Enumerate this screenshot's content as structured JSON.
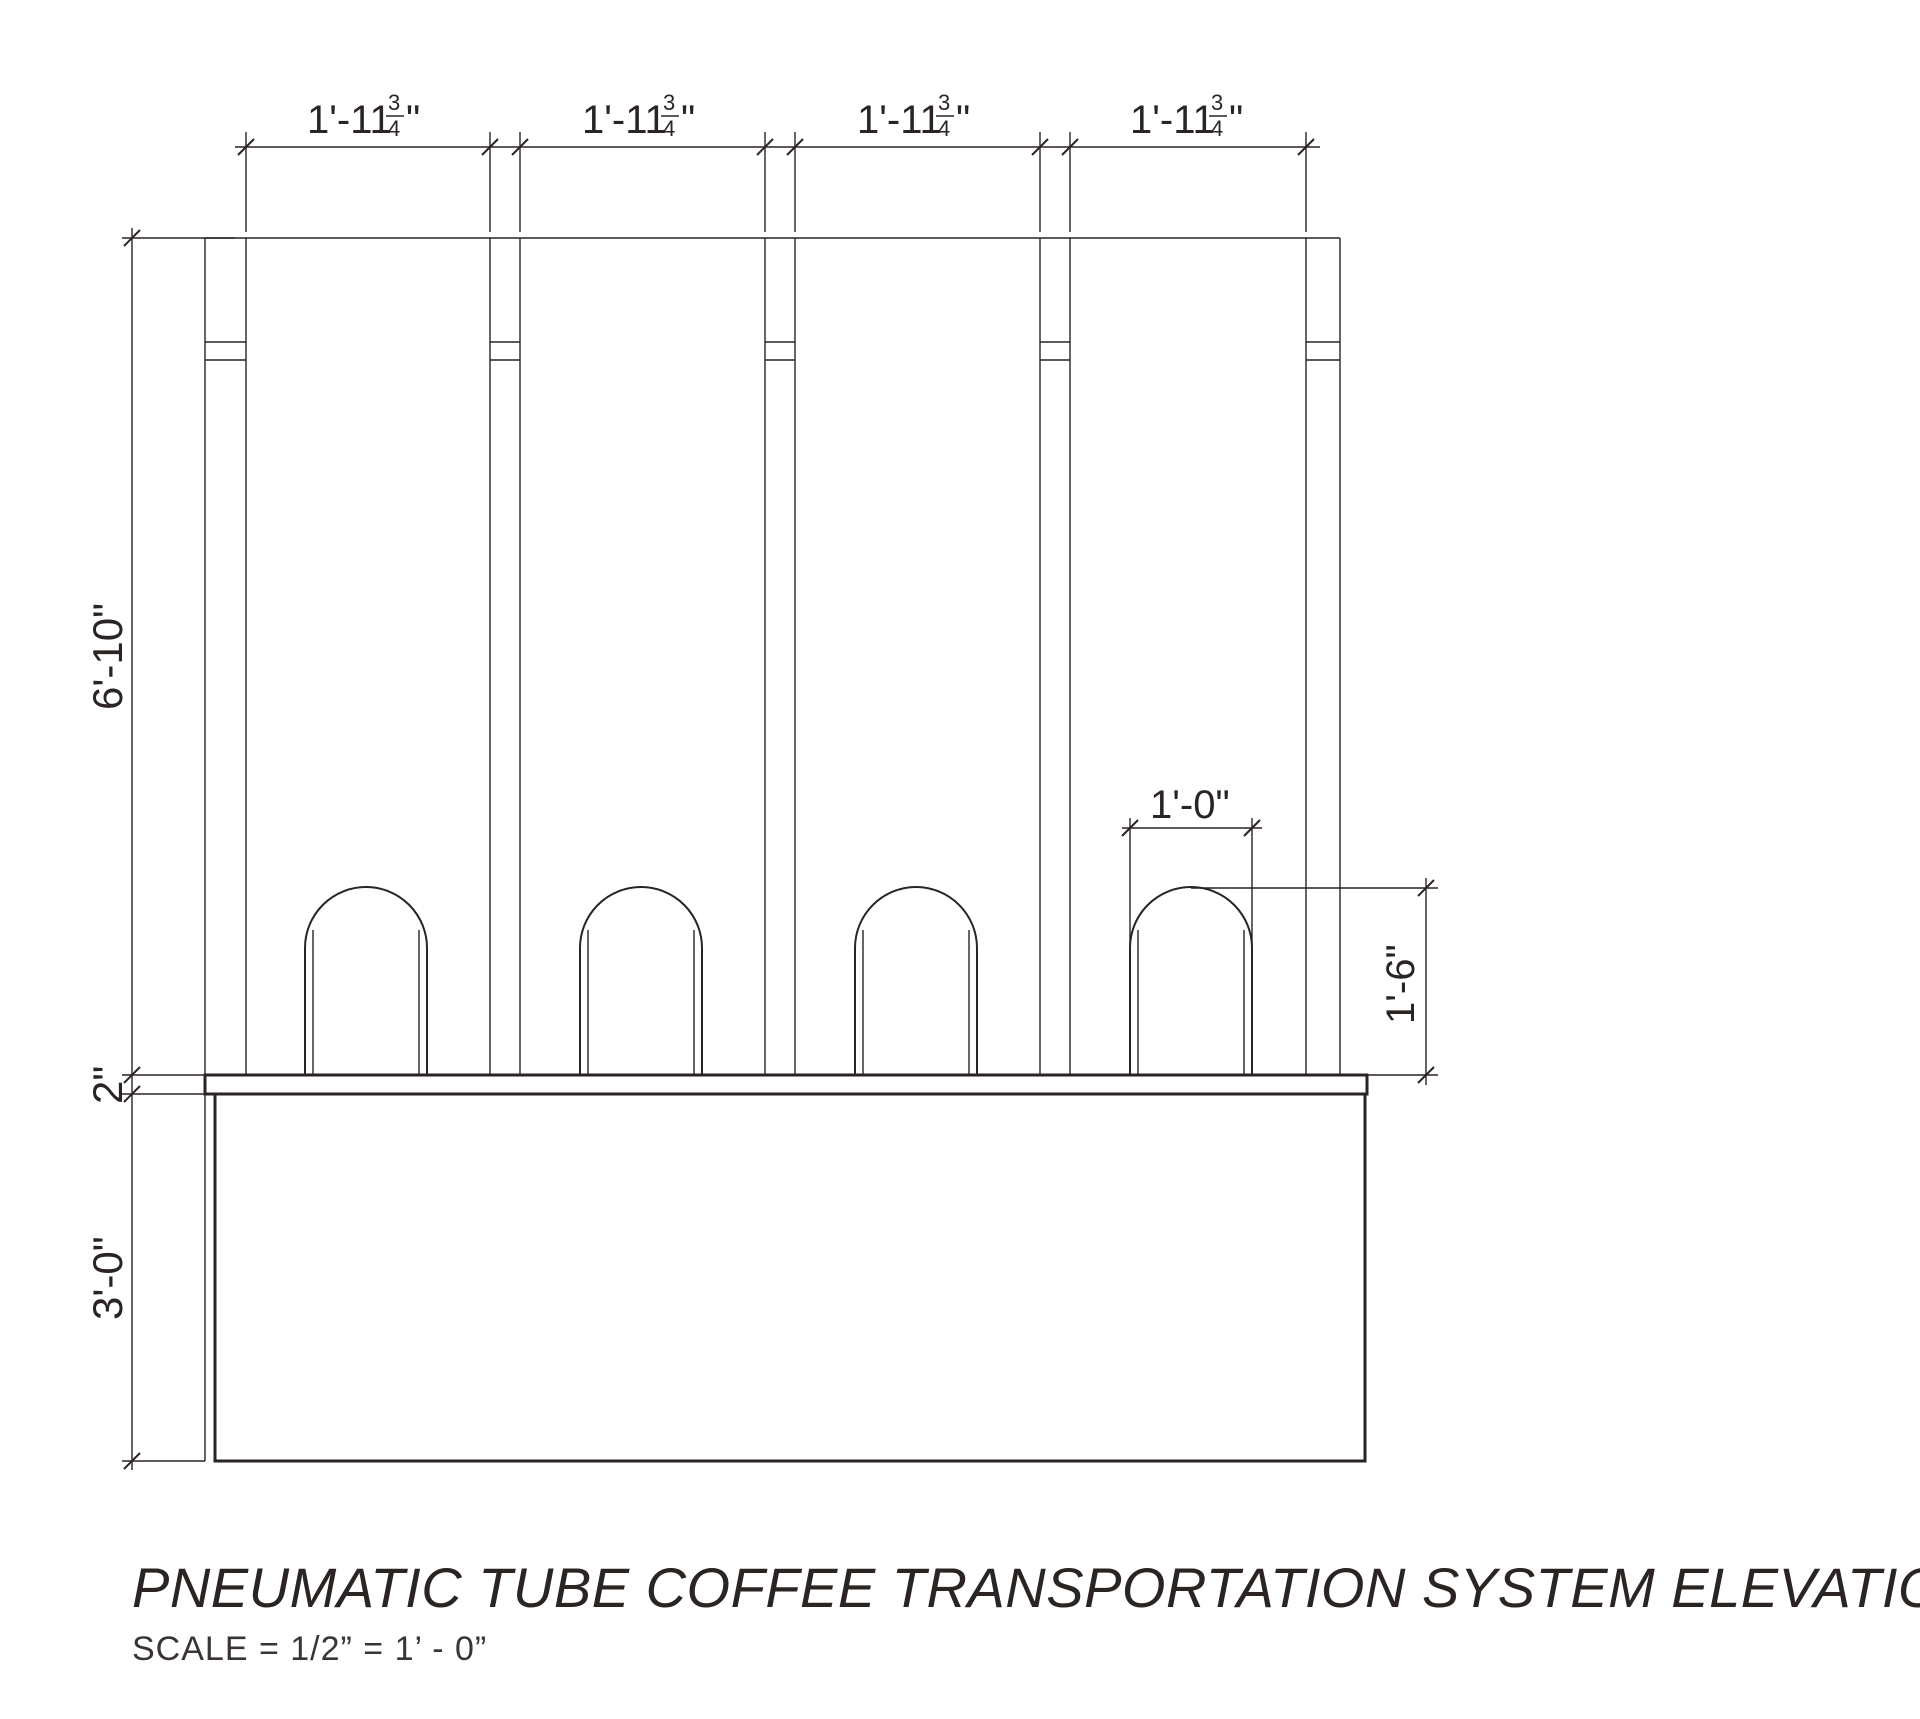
{
  "drawing": {
    "title": "PNEUMATIC TUBE COFFEE TRANSPORTATION SYSTEM ELEVATION",
    "scale_note": "SCALE = 1/2” = 1’ - 0”",
    "dimensions": {
      "bay_width_whole": "1'-11",
      "bay_width_frac_num": "3",
      "bay_width_frac_den": "4",
      "bay_width_inch_mark": "\"",
      "overall_height": "6'-10\"",
      "counter_top": "2\"",
      "counter_height": "3'-0\"",
      "opening_width": "1'-0\"",
      "opening_height": "1'-6\""
    }
  }
}
